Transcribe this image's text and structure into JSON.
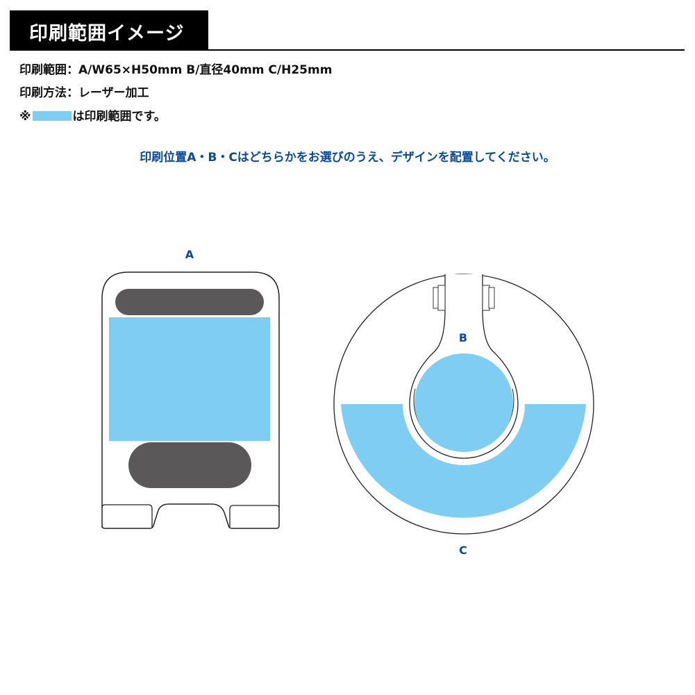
{
  "header": {
    "title": "印刷範囲イメージ"
  },
  "specs": {
    "range": "印刷範囲：A/W65×H50mm B/直径40mm C/H25mm",
    "method": "印刷方法：レーザー加工",
    "note_prefix": "※",
    "note_suffix": "は印刷範囲です。"
  },
  "instruction": "印刷位置A・B・Cはどちらかをお選びのうえ、デザインを配置してください。",
  "diagram": {
    "labels": {
      "a": "A",
      "b": "B",
      "c": "C"
    },
    "colors": {
      "print_area": "#7fcdf3",
      "slot": "#5a5859",
      "outline": "#222222",
      "label": "#0b4a9a"
    }
  }
}
